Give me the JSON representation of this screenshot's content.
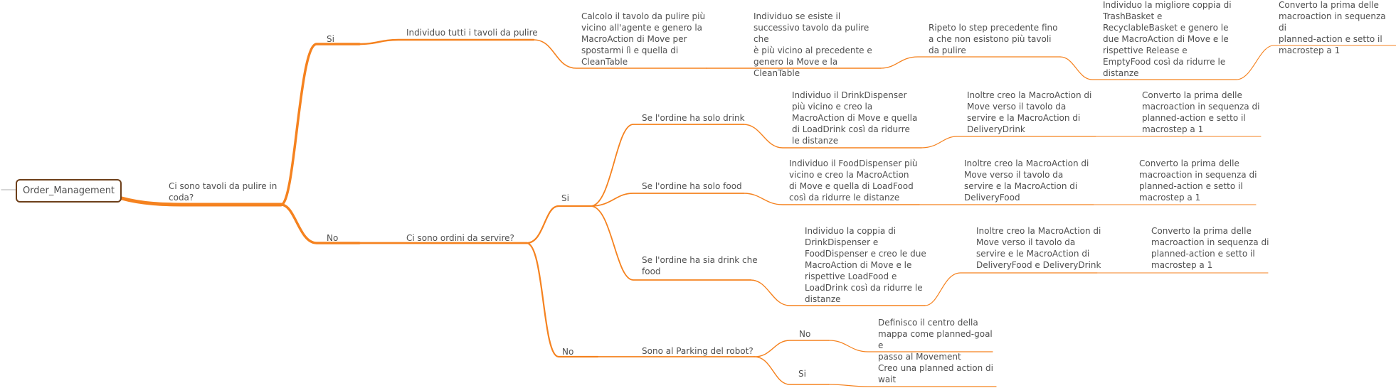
{
  "root": {
    "label": "Order_Management"
  },
  "colors": {
    "branch": "#F5821F",
    "root_border": "#6D3F1A",
    "text": "#4F4F4F"
  },
  "q_clean": {
    "label": "Ci sono tavoli da pulire in\ncoda?"
  },
  "clean_yes": {
    "label": "Si",
    "find_tables": "Individuo tutti i tavoli da pulire",
    "steps": [
      "Calcolo il tavolo da pulire più\nvicino all'agente e genero la\nMacroAction di Move per\nspostarmi lì e quella di\nCleanTable",
      "Individuo se esiste il\nsuccessivo tavolo da pulire che\nè più vicino al precedente e\ngenero la Move e la\nCleanTable",
      "Ripeto lo step precedente fino\na che non esistono più tavoli\nda pulire",
      "Individuo la migliore coppia di\nTrashBasket e\nRecyclableBasket e genero le\ndue MacroAction di Move e le\nrispettive Release e\nEmptyFood così da ridurre le\ndistanze",
      "Converto la prima delle\nmacroaction in sequenza di\nplanned-action e setto il\nmacrostep a 1"
    ]
  },
  "clean_no": {
    "label": "No",
    "q_orders": "Ci sono ordini da servire?",
    "orders_yes": {
      "label": "Si",
      "drink_only": {
        "label": "Se l'ordine ha solo drink",
        "steps": [
          "Individuo il DrinkDispenser\npiù vicino e creo la\nMacroAction di Move e quella\ndi LoadDrink così da ridurre\nle distanze",
          "Inoltre creo la MacroAction di\nMove verso il tavolo da\nservire e la MacroAction di\nDeliveryDrink",
          "Converto la prima delle\nmacroaction in sequenza di\nplanned-action e setto il\nmacrostep a 1"
        ]
      },
      "food_only": {
        "label": "Se l'ordine ha solo food",
        "steps": [
          "Individuo il FoodDispenser più\nvicino e creo la MacroAction\ndi Move e quella di LoadFood\ncosì da ridurre le distanze",
          "Inoltre creo la MacroAction di\nMove verso il tavolo da\nservire e la MacroAction di\nDeliveryFood",
          "Converto la prima delle\nmacroaction in sequenza di\nplanned-action e setto il\nmacrostep a 1"
        ]
      },
      "drink_food": {
        "label": "Se l'ordine ha sia drink che\nfood",
        "steps": [
          "Individuo la coppia di\nDrinkDispenser e\nFoodDispenser e creo le due\nMacroAction di Move e le\nrispettive LoadFood e\nLoadDrink così da ridurre le\ndistanze",
          "Inoltre creo la MacroAction di\nMove verso il tavolo da\nservire e le MacroAction di\nDeliveryFood e DeliveryDrink",
          "Converto la prima delle\nmacroaction in sequenza di\nplanned-action e setto il\nmacrostep a 1"
        ]
      }
    },
    "orders_no": {
      "label": "No",
      "q_parking": "Sono al Parking del robot?",
      "parking_no": {
        "label": "No",
        "action": "Definisco il centro della\nmappa come planned-goal e\npasso al Movement"
      },
      "parking_yes": {
        "label": "Si",
        "action": "Creo una planned action di\nwait"
      }
    }
  }
}
